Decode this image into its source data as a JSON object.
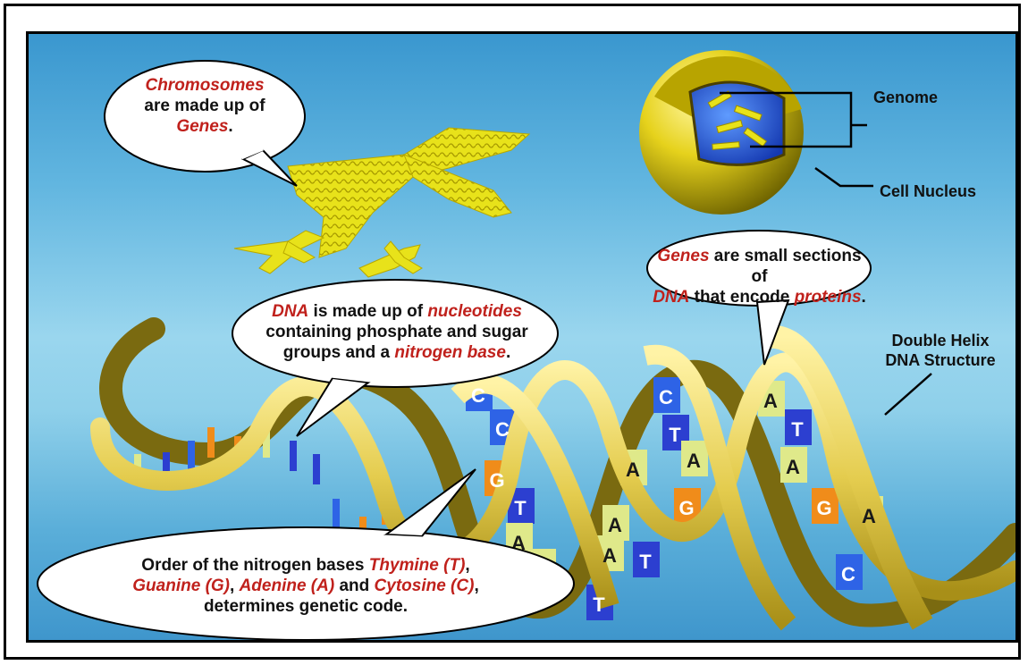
{
  "labels": {
    "genome": "Genome",
    "cell_nucleus": "Cell Nucleus",
    "double_helix_line1": "Double Helix",
    "double_helix_line2": "DNA Structure"
  },
  "bubbles": {
    "chromosomes": {
      "term1": "Chromosomes",
      "text1": "are made up of",
      "term2": "Genes",
      "end": "."
    },
    "genes": {
      "term1": "Genes",
      "text1": " are small sections of",
      "term2": "DNA",
      "text2": " that encode ",
      "term3": "proteins",
      "end": "."
    },
    "dna": {
      "term1": "DNA",
      "text1": " is made up of ",
      "term2": "nucleotides",
      "text2": "containing phosphate and sugar",
      "text3": "groups and a ",
      "term3": "nitrogen base",
      "end": "."
    },
    "order": {
      "text1": "Order of the nitrogen bases ",
      "term1": "Thymine (T)",
      "sep1": ",",
      "term2": "Guanine (G)",
      "sep2": ", ",
      "term3": "Adenine (A)",
      "text2": " and ",
      "term4": "Cytosine (C)",
      "sep3": ",",
      "text3": "determines genetic code."
    }
  },
  "bases": [
    "C",
    "C",
    "G",
    "T",
    "A",
    "A",
    "T",
    "C",
    "A",
    "A",
    "G",
    "A",
    "A",
    "T",
    "T",
    "A",
    "T",
    "A",
    "G",
    "A",
    "C"
  ],
  "colors": {
    "highlight": "#c0211c",
    "helix_ribbon": "#e6d25a",
    "chromosome": "#e7e01c",
    "nucleus_shell": "#d9c51a",
    "nucleus_core": "#2456d6"
  }
}
